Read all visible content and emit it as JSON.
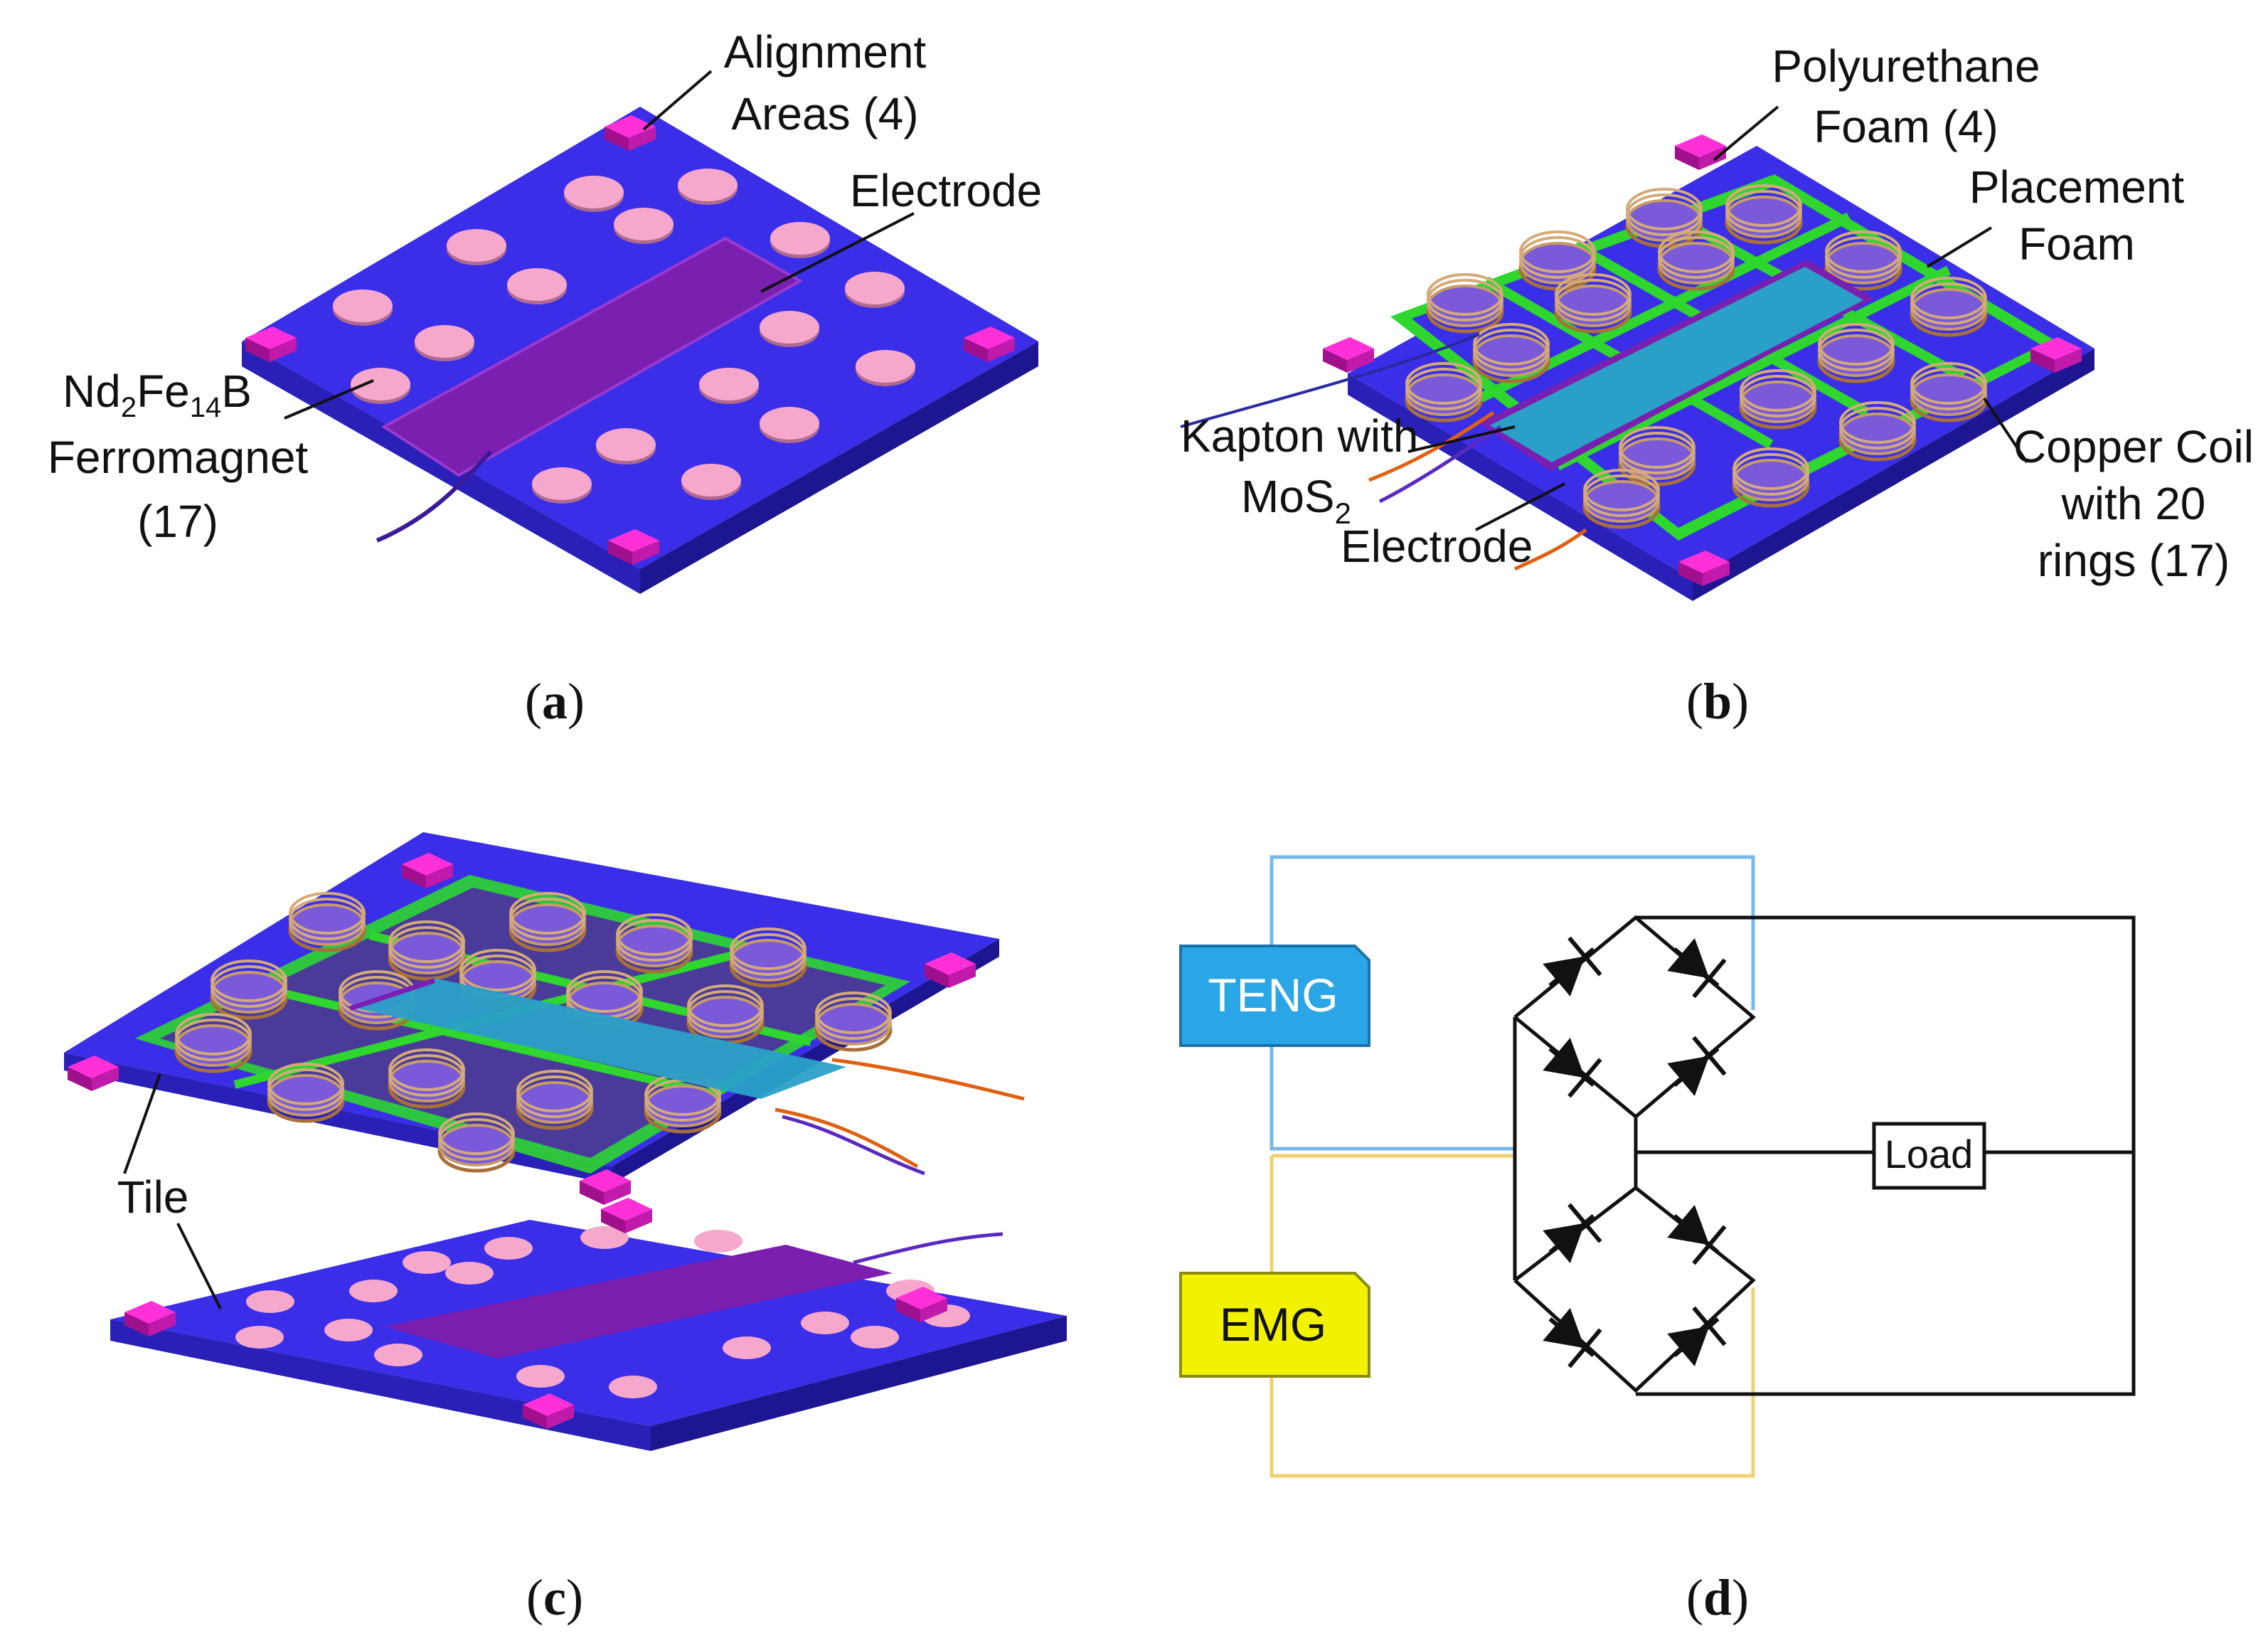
{
  "panels": {
    "a": {
      "caption": "a",
      "labels": {
        "alignment_line1": "Alignment",
        "alignment_line2": "Areas (4)",
        "electrode": "Electrode",
        "ferro_line1_nd": "Nd",
        "ferro_line1_sub1": "2",
        "ferro_line1_fe": "Fe",
        "ferro_line1_sub2": "14",
        "ferro_line1_b": "B",
        "ferro_line2": "Ferromagnet",
        "ferro_line3": "(17)"
      }
    },
    "b": {
      "caption": "b",
      "labels": {
        "poly_line1": "Polyurethane",
        "poly_line2": "Foam (4)",
        "placement_line1": "Placement",
        "placement_line2": "Foam",
        "kapton_line1": "Kapton with",
        "kapton_line2_mo": "MoS",
        "kapton_line2_sub": "2",
        "electrode": "Electrode",
        "coil_line1": "Copper Coil",
        "coil_line2": "with 20",
        "coil_line3": "rings (17)"
      }
    },
    "c": {
      "caption": "c",
      "labels": {
        "tile": "Tile"
      }
    },
    "d": {
      "caption": "d",
      "labels": {
        "teng": "TENG",
        "emg": "EMG",
        "load": "Load"
      }
    }
  },
  "colors": {
    "base_plate": "#3a2ee8",
    "base_plate_side": "#2a20b8",
    "magnet": "#f6a8cc",
    "electrode": "#7a1fb0",
    "alignment": "#d41ab8",
    "foam_frame": "#2ed62e",
    "coil": "#c8a070",
    "kapton": "#2aa0c8",
    "teng_box": "#2aa6e6",
    "emg_box": "#f2f200",
    "teng_wire": "#7ab8e8",
    "emg_wire": "#f0d070",
    "circuit_wire": "#111111"
  },
  "icons": {
    "diode": "diode-icon",
    "lead_wire": "wire-icon"
  }
}
